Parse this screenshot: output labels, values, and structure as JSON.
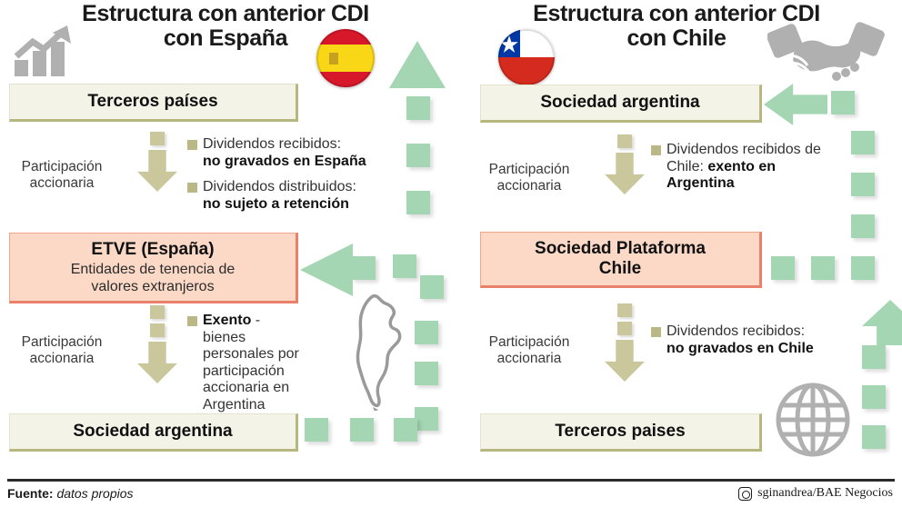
{
  "columns": [
    {
      "title_line1": "Estructura con anterior CDI",
      "title_line2": "con España",
      "flag_icon": "spain-flag-icon",
      "corner_icon": "bar-chart-growth-icon",
      "boxes": [
        {
          "header": "Terceros países",
          "sub": "",
          "style": "cream"
        },
        {
          "header": "ETVE (España)",
          "sub": "Entidades de tenencia de\nvalores extranjeros",
          "style": "pink"
        },
        {
          "header": "Sociedad argentina",
          "sub": "",
          "style": "cream"
        }
      ],
      "steps": [
        {
          "side_label": "Participación\naccionaria",
          "bullets": [
            {
              "normal": "Dividendos recibidos:",
              "bold": "no gravados en España"
            },
            {
              "normal": "Dividendos distribuidos:",
              "bold": "no sujeto a retención"
            }
          ]
        },
        {
          "side_label": "Participación\naccionaria",
          "bullets": [
            {
              "bold_lead": "Exento",
              "normal": " - bienes personales por participación accionaria en Argentina"
            }
          ]
        }
      ],
      "decor_icons": [
        "argentina-map-icon"
      ]
    },
    {
      "title_line1": "Estructura con anterior CDI",
      "title_line2": "con Chile",
      "flag_icon": "chile-flag-icon",
      "corner_icon": "handshake-icon",
      "boxes": [
        {
          "header": "Sociedad argentina",
          "sub": "",
          "style": "cream"
        },
        {
          "header": "Sociedad Plataforma\nChile",
          "sub": "",
          "style": "pink"
        },
        {
          "header": "Terceros paises",
          "sub": "",
          "style": "cream"
        }
      ],
      "steps": [
        {
          "side_label": "Participación\naccionaria",
          "bullets": [
            {
              "normal": "Dividendos recibidos de Chile: ",
              "bold": "exento en Argentina"
            }
          ]
        },
        {
          "side_label": "Participación\naccionaria",
          "bullets": [
            {
              "normal": "Dividendos recibidos:",
              "bold": "no gravados en Chile"
            }
          ]
        }
      ],
      "decor_icons": [
        "globe-icon"
      ]
    }
  ],
  "footer": {
    "source_label": "Fuente:",
    "source_value": "datos propios",
    "credit": "sginandrea/BAE Negocios",
    "credit_icon": "instagram-icon"
  },
  "colors": {
    "cream_box": "#f4f3e7",
    "cream_border": "#b6b77e",
    "pink_box": "#fbd9c6",
    "pink_border": "#e8806a",
    "olive_arrow": "#c9c79b",
    "green_decor": "#a5d6b3",
    "gray_icon": "#b0b0b0"
  }
}
